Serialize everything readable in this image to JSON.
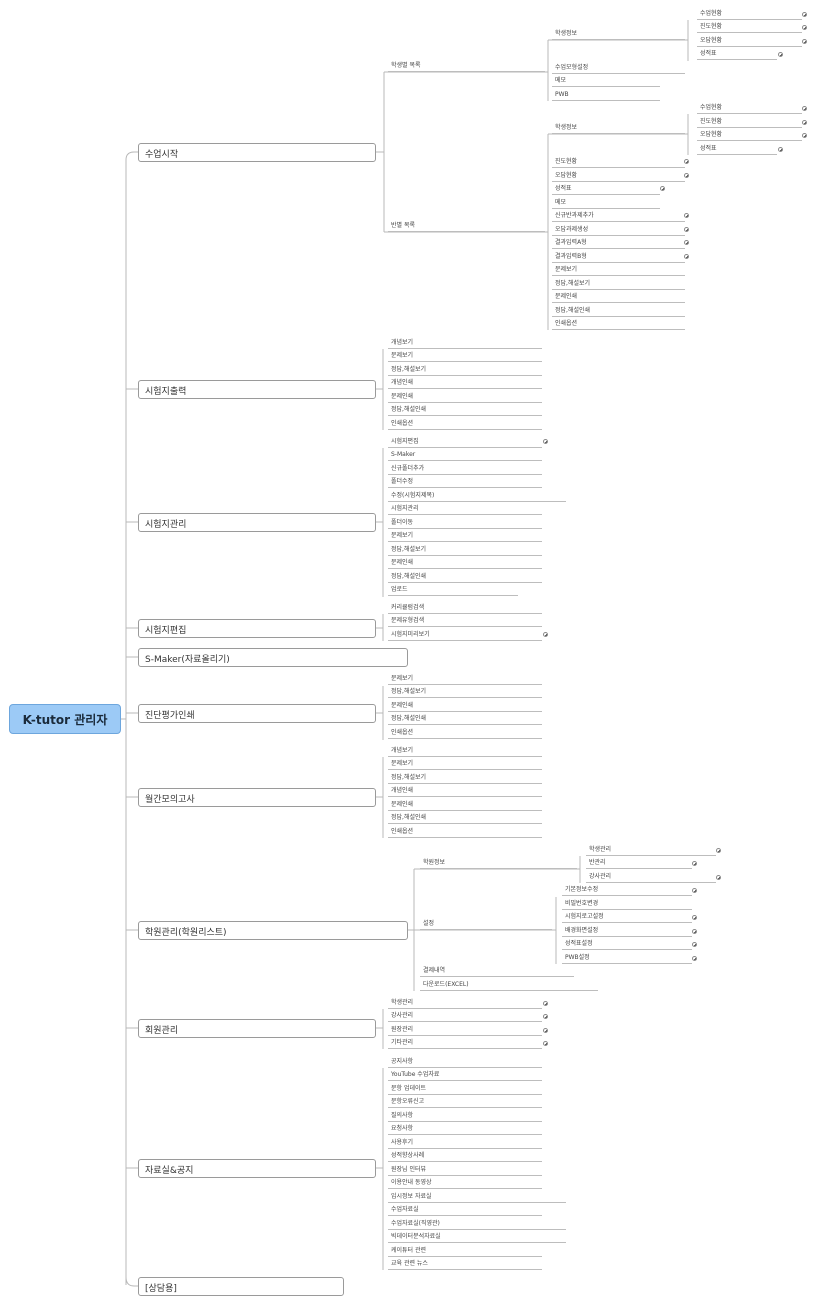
{
  "root": "K-tutor 관리자",
  "branches": [
    {
      "label": "수업시작"
    },
    {
      "label": "시험지출력"
    },
    {
      "label": "시험지관리"
    },
    {
      "label": "시험지편집"
    },
    {
      "label": "S-Maker(자료올리기)"
    },
    {
      "label": "진단평가인쇄"
    },
    {
      "label": "월간모의고사"
    },
    {
      "label": "학원관리(학원리스트)"
    },
    {
      "label": "회원관리"
    },
    {
      "label": "자료실&공지"
    },
    {
      "label": "[상담용]"
    }
  ],
  "sub": {
    "student_list": "학생별 목록",
    "class_list": "반별 목록",
    "student_info": "학생정보",
    "academy_info": "학원정보",
    "settings": "설정"
  },
  "n": {
    "s1": "학생정보",
    "s2": "수업모형설정",
    "s3": "메모",
    "s4": "PWB",
    "s1a": "수업현황",
    "s1b": "진도현황",
    "s1c": "오답현황",
    "s1d": "성적표",
    "c1": "학생정보",
    "c2": "진도현황",
    "c3": "오답현황",
    "c4": "성적표",
    "c5": "메모",
    "c6": "신규반과제추가",
    "c7": "오답과제생성",
    "c8": "결과입력A형",
    "c9": "결과입력B형",
    "c10": "문제보기",
    "c11": "정답,해설보기",
    "c12": "문제인쇄",
    "c13": "정답,해설인쇄",
    "c14": "인쇄옵션",
    "c1a": "수업현황",
    "c1b": "진도현황",
    "c1c": "오답현황",
    "c1d": "성적표",
    "p1": "개념보기",
    "p2": "문제보기",
    "p3": "정답,해설보기",
    "p4": "개념인쇄",
    "p5": "문제인쇄",
    "p6": "정답,해설인쇄",
    "p7": "인쇄옵션",
    "m1": "시험지편집",
    "m2": "S-Maker",
    "m3": "신규폴더추가",
    "m4": "폴더수정",
    "m5": "수정(시험지제목)",
    "m6": "시험지관리",
    "m7": "폴더이동",
    "m8": "문제보기",
    "m9": "정답,해설보기",
    "m10": "문제인쇄",
    "m11": "정답,해설인쇄",
    "m12": "업로드",
    "e1": "커리큘럼검색",
    "e2": "문제유형검색",
    "e3": "시험지미리보기",
    "d1": "문제보기",
    "d2": "정답,해설보기",
    "d3": "문제인쇄",
    "d4": "정답,해설인쇄",
    "d5": "인쇄옵션",
    "w1": "개념보기",
    "w2": "문제보기",
    "w3": "정답,해설보기",
    "w4": "개념인쇄",
    "w5": "문제인쇄",
    "w6": "정답,해설인쇄",
    "w7": "인쇄옵션",
    "a1": "학생관리",
    "a2": "반관리",
    "a3": "강사관리",
    "t1": "기본정보수정",
    "t2": "비밀번호변경",
    "t3": "시험지로고설정",
    "t4": "배경화면설정",
    "t5": "성적표설정",
    "t6": "PWB설정",
    "a4": "결제내역",
    "a5": "다운로드(EXCEL)",
    "u1": "학생관리",
    "u2": "강사관리",
    "u3": "원장관리",
    "u4": "기타관리",
    "r1": "공지사항",
    "r2": "YouTube 수업자료",
    "r3": "문항 업데이트",
    "r4": "문항오류신고",
    "r5": "질의사항",
    "r6": "요청사항",
    "r7": "사용후기",
    "r8": "성적향상사례",
    "r9": "원장님 인터뷰",
    "r10": "이용안내 동영상",
    "r11": "입시정보 자료실",
    "r12": "수업자료실",
    "r13": "수업자료실(직영관)",
    "r14": "빅데이터분석자료실",
    "r15": "케이튜터 관련",
    "r16": "교육 관련 뉴스"
  }
}
